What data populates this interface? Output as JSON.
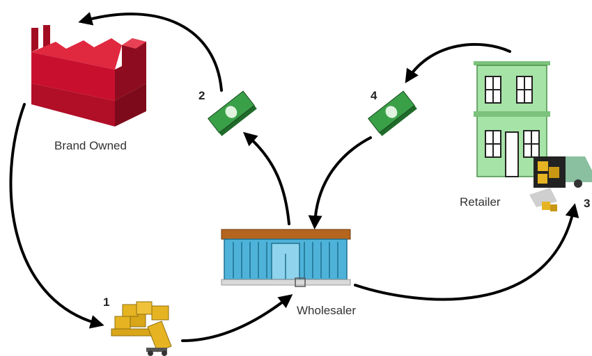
{
  "labels": {
    "brand_owned": "Brand Owned",
    "retailer": "Retailer",
    "wholesaler": "Wholesaler"
  },
  "steps": {
    "one": "1",
    "two": "2",
    "three": "3",
    "four": "4"
  },
  "colors": {
    "factory": "#c8102e",
    "money": "#2f8f3a",
    "store_front": "#4fb3d9",
    "store_roof": "#b5651d",
    "retail_building": "#a6e3a6",
    "boxes": "#e6b422",
    "arrow": "#000000"
  },
  "icons": {
    "factory": "factory-icon",
    "money_left": "money-stack-icon",
    "money_right": "money-stack-icon",
    "wholesale_store": "store-icon",
    "retail_building": "building-icon",
    "delivery_truck": "truck-icon",
    "boxes_cart": "boxes-hand-truck-icon"
  }
}
